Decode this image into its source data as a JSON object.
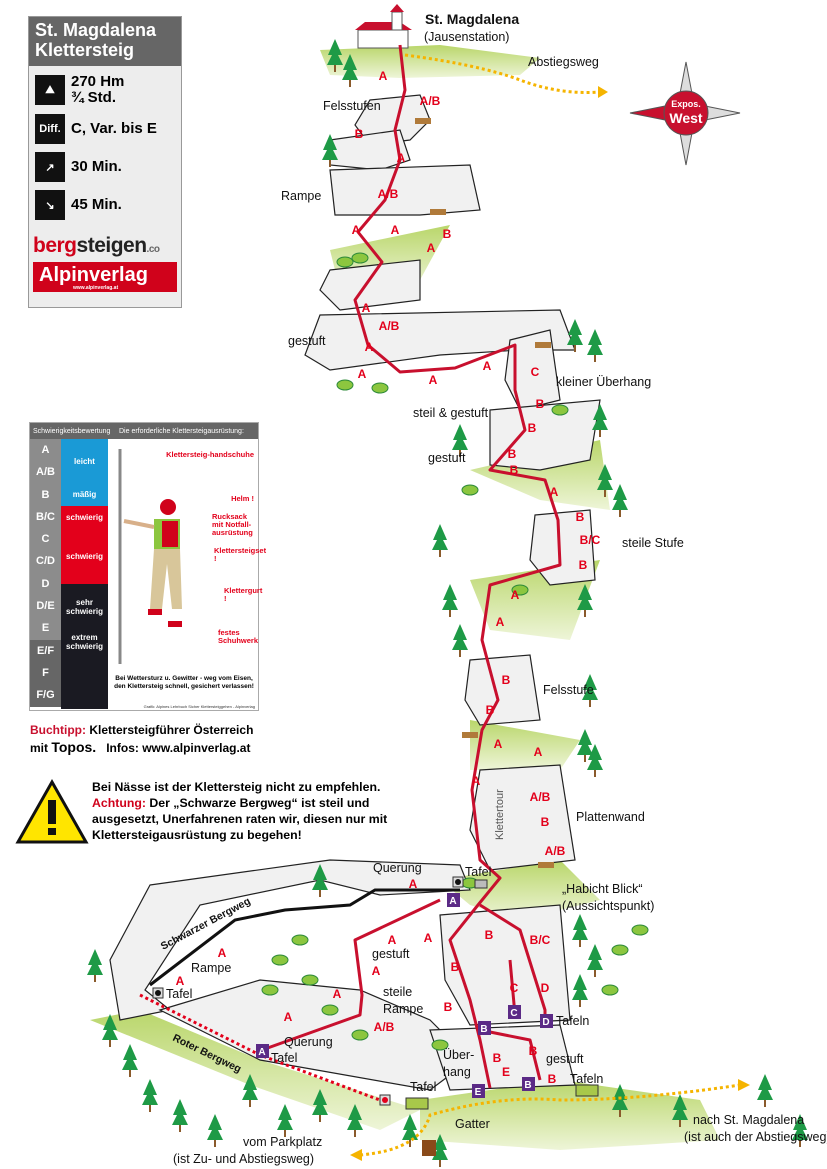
{
  "infobox": {
    "title_line1": "St. Magdalena",
    "title_line2": "Klettersteig",
    "height": "270 Hm",
    "duration": "¾ Std.",
    "diff_label": "Diff.",
    "difficulty": "C, Var. bis E",
    "approach": "30 Min.",
    "descent": "45 Min.",
    "logo_bergsteigen_a": "berg",
    "logo_bergsteigen_b": "steigen",
    "logo_bergsteigen_c": ".co",
    "logo_alpinverlag": "Alpinverlag",
    "logo_alpinverlag_url": "www.alpinverlag.at"
  },
  "legend": {
    "header_left": "Schwierigkeitsbewertung",
    "header_right": "Die erforderliche Klettersteigausrüstung:",
    "grades": [
      "A",
      "A/B",
      "B",
      "B/C",
      "C",
      "C/D",
      "D",
      "D/E",
      "E",
      "E/F",
      "F",
      "F/G"
    ],
    "levels": [
      "leicht",
      "mäßig",
      "schwierig",
      "schwierig",
      "sehr schwierig",
      "extrem schwierig"
    ],
    "equipment": [
      "Klettersteig-handschuhe",
      "Helm !",
      "Rucksack mit Notfall-ausrüstung",
      "Klettersteigset !",
      "Klettergurt !",
      "festes Schuhwerk"
    ],
    "warning": "Bei Wettersturz u. Gewitter - weg vom Eisen, den Klettersteig schnell, gesichert verlassen!",
    "credit": "Grafik: Alpines Lehrbuch Sicher Klettersteiggehen - Alpinverlag"
  },
  "book": {
    "label": "Buchtipp:",
    "title": "Klettersteigführer Österreich",
    "prefix": "mit",
    "brand": "Topos.",
    "info": "Infos: www.alpinverlag.at"
  },
  "warning": {
    "line1": "Bei Nässe ist der Klettersteig nicht zu empfehlen.",
    "achtung": "Achtung:",
    "text": "Der „Schwarze Bergweg“ ist steil und ausgesetzt, Unerfahrenen raten wir, diesen nur mit Klettersteigausrüstung zu begehen!"
  },
  "compass": {
    "label1": "Expos.",
    "label2": "West"
  },
  "map": {
    "labels": [
      "St. Magdalena",
      "(Jausenstation)",
      "Abstiegsweg",
      "Felsstufen",
      "Rampe",
      "gestuft",
      "kleiner Überhang",
      "steil & gestuft",
      "gestuft",
      "steile Stufe",
      "Felsstufe",
      "Plattenwand",
      "Klettertour",
      "Querung",
      "Tafel",
      "„Habicht Blick“",
      "(Aussichtspunkt)",
      "Schwarzer Bergweg",
      "Rampe",
      "Tafel",
      "gestuft",
      "steile",
      "Rampe",
      "Querung",
      "Tafel",
      "Tafeln",
      "Über-",
      "hang",
      "gestuft",
      "Tafel",
      "Tafeln",
      "Roter Bergweg",
      "Gatter",
      "vom Parkplatz",
      "(ist Zu- und Abstiegsweg)",
      "nach St. Magdalena",
      "(ist auch der Abstiegsweg)"
    ],
    "grades": [
      "A",
      "A/B",
      "B",
      "A",
      "A/B",
      "A",
      "A",
      "B",
      "A",
      "A",
      "A/B",
      "A",
      "A",
      "A",
      "A",
      "C",
      "B",
      "B",
      "B",
      "B",
      "A",
      "B",
      "B/C",
      "B",
      "A",
      "A",
      "B",
      "B",
      "A",
      "A",
      "A",
      "A/B",
      "B",
      "A/B",
      "A",
      "B",
      "B/C",
      "A",
      "A",
      "A",
      "A",
      "A",
      "A",
      "A",
      "A/B",
      "B",
      "C",
      "D",
      "B",
      "B",
      "E",
      "B",
      "B"
    ],
    "stations": [
      "A",
      "A",
      "B",
      "C",
      "D",
      "E",
      "B"
    ],
    "colors": {
      "route": "#c8102e",
      "trail": "#f5b400",
      "grade": "#e3001b",
      "station": "#5b2a86"
    }
  }
}
